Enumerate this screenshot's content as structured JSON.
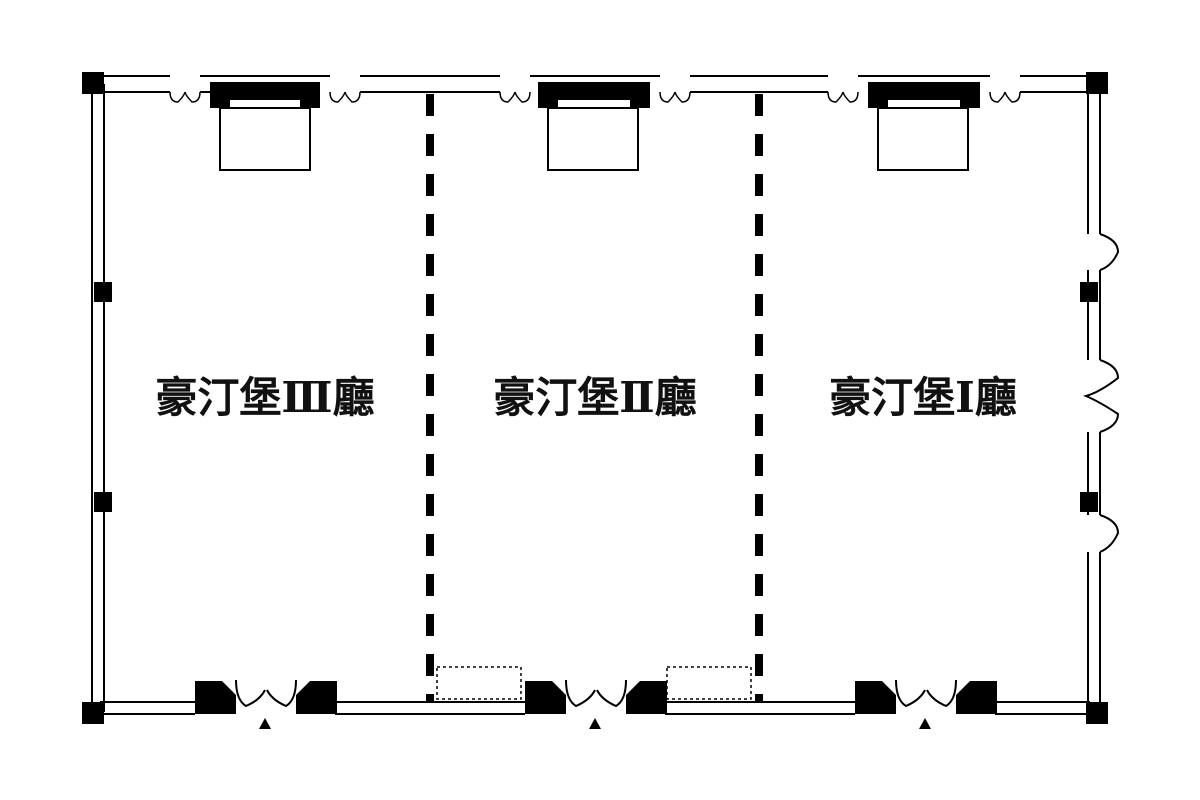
{
  "halls": [
    {
      "id": "hall-3",
      "label": "豪汀堡Ⅲ廳"
    },
    {
      "id": "hall-2",
      "label": "豪汀堡Ⅱ廳"
    },
    {
      "id": "hall-1",
      "label": "豪汀堡Ⅰ廳"
    }
  ],
  "colors": {
    "wall": "#000000",
    "background": "#ffffff",
    "text": "#111111"
  },
  "entrance_marker_icon": "triangle-up-icon",
  "column_icon": "square-column-icon"
}
